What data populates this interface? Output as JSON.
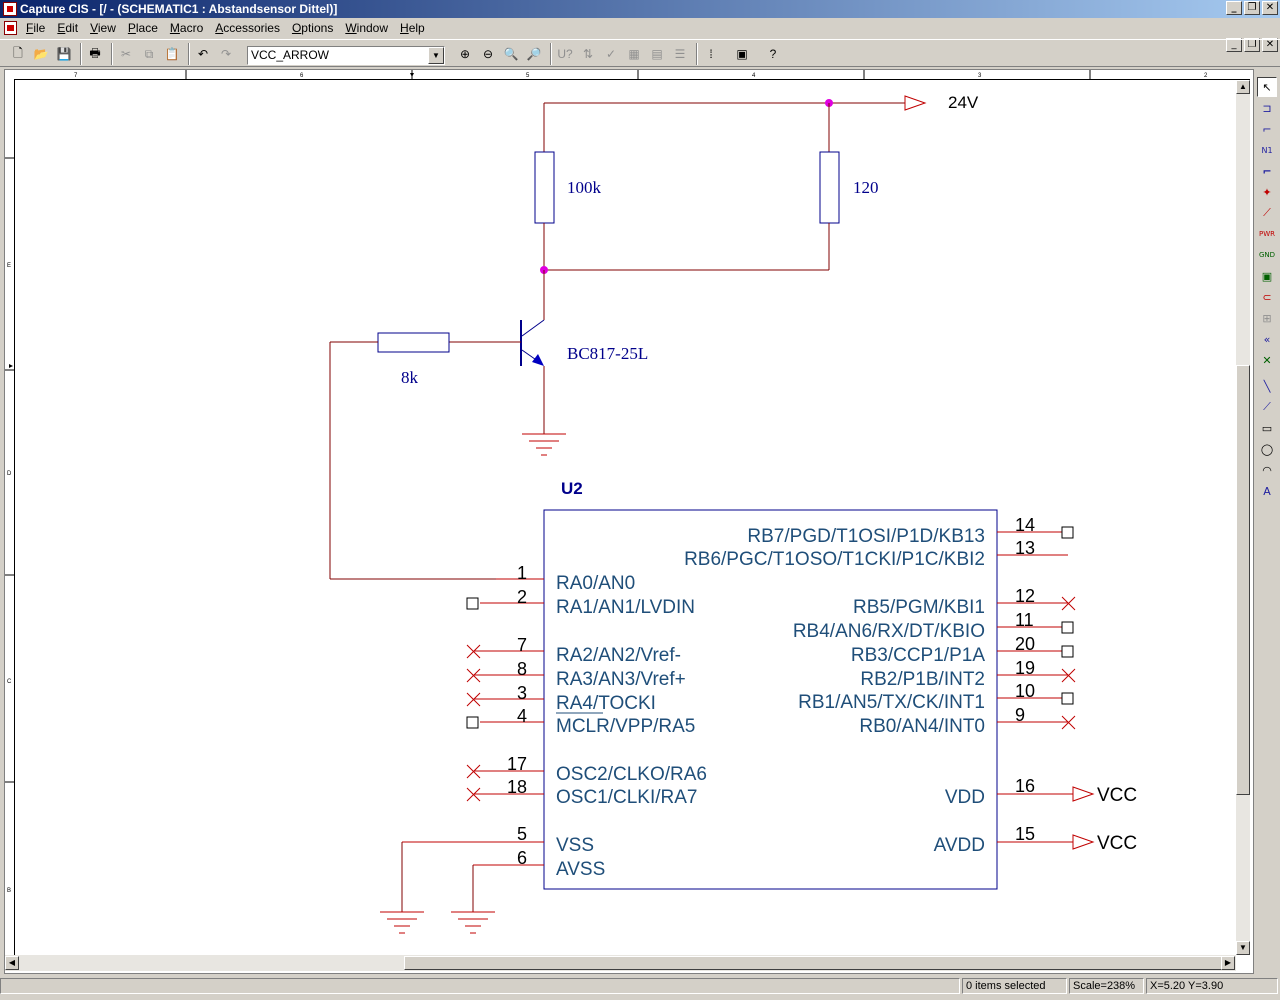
{
  "window": {
    "title": "Capture CIS - [/ - (SCHEMATIC1 : Abstandsensor Dittel)]"
  },
  "menu": [
    "File",
    "Edit",
    "View",
    "Place",
    "Macro",
    "Accessories",
    "Options",
    "Window",
    "Help"
  ],
  "toolbar": {
    "part_selector": "VCC_ARROW",
    "icons": [
      "new-file-icon",
      "open-folder-icon",
      "save-icon",
      "print-icon",
      "cut-icon",
      "copy-icon",
      "paste-icon",
      "undo-icon",
      "redo-icon",
      "zoom-in-icon",
      "zoom-out-icon",
      "zoom-area-icon",
      "zoom-all-icon",
      "annotate-icon",
      "backannotate-icon",
      "drc-icon",
      "netlist-icon",
      "cross-reference-icon",
      "bill-of-materials-icon",
      "snap-to-grid-icon",
      "project-manager-icon",
      "help-icon"
    ]
  },
  "ruler": {
    "top_marks": [
      "7",
      "6",
      "5",
      "4",
      "3",
      "2"
    ],
    "left_marks": [
      "E",
      "D",
      "C",
      "B"
    ]
  },
  "palette": [
    "select-icon",
    "place-part-icon",
    "place-wire-icon",
    "place-net-alias-icon",
    "place-bus-icon",
    "place-junction-icon",
    "place-bus-entry-icon",
    "place-power-icon",
    "place-ground-icon",
    "place-hierarchical-block-icon",
    "place-hierarchical-port-icon",
    "place-hierarchical-pin-icon",
    "place-off-page-connector-icon",
    "place-no-connect-icon",
    "place-line-icon",
    "place-polyline-icon",
    "place-rectangle-icon",
    "place-ellipse-icon",
    "place-arc-icon",
    "place-text-icon"
  ],
  "schematic": {
    "net_24v": "24V",
    "r_100k": "100k",
    "r_120": "120",
    "r_8k": "8k",
    "transistor": "BC817-25L",
    "ic_ref": "U2",
    "vcc": "VCC",
    "left_pins": [
      {
        "num": "1",
        "name": "RA0/AN0"
      },
      {
        "num": "2",
        "name": "RA1/AN1/LVDIN"
      },
      {
        "num": "7",
        "name": "RA2/AN2/Vref-"
      },
      {
        "num": "8",
        "name": "RA3/AN3/Vref+"
      },
      {
        "num": "3",
        "name": "RA4/TOCKI"
      },
      {
        "num": "4",
        "name": "MCLR/VPP/RA5"
      },
      {
        "num": "17",
        "name": "OSC2/CLKO/RA6"
      },
      {
        "num": "18",
        "name": "OSC1/CLKI/RA7"
      },
      {
        "num": "5",
        "name": "VSS"
      },
      {
        "num": "6",
        "name": "AVSS"
      }
    ],
    "right_pins": [
      {
        "num": "14",
        "name": "RB7/PGD/T1OSI/P1D/KB13"
      },
      {
        "num": "13",
        "name": "RB6/PGC/T1OSO/T1CKI/P1C/KBI2"
      },
      {
        "num": "12",
        "name": "RB5/PGM/KBI1"
      },
      {
        "num": "11",
        "name": "RB4/AN6/RX/DT/KBIO"
      },
      {
        "num": "20",
        "name": "RB3/CCP1/P1A"
      },
      {
        "num": "19",
        "name": "RB2/P1B/INT2"
      },
      {
        "num": "10",
        "name": "RB1/AN5/TX/CK/INT1"
      },
      {
        "num": "9",
        "name": "RB0/AN4/INT0"
      },
      {
        "num": "16",
        "name": "VDD"
      },
      {
        "num": "15",
        "name": "AVDD"
      }
    ]
  },
  "status": {
    "selection": "0 items selected",
    "scale": "Scale=238%",
    "coords": "X=5.20  Y=3.90"
  }
}
